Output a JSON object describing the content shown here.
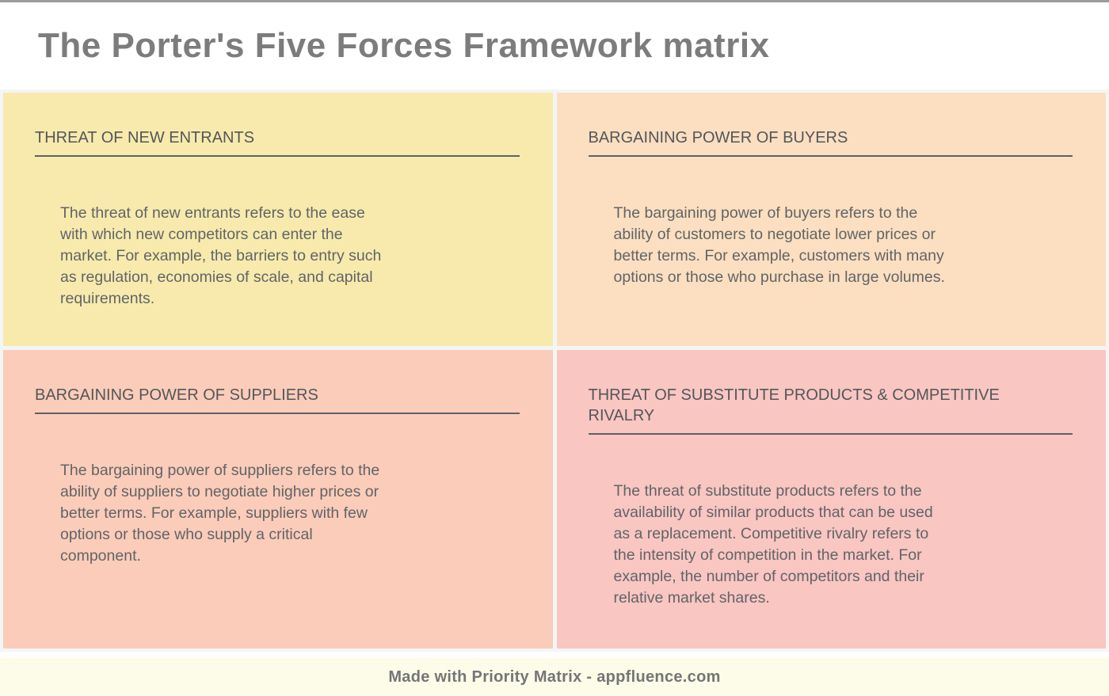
{
  "title": "The Porter's Five Forces Framework matrix",
  "quadrants": [
    {
      "title": "THREAT OF NEW ENTRANTS",
      "body": "The threat of new entrants refers to the ease\nwith which new competitors can enter the\nmarket. For example, the barriers to entry such\nas regulation, economies of scale, and capital\nrequirements.",
      "bg": "#f8eaad"
    },
    {
      "title": "BARGAINING POWER OF BUYERS",
      "body": "The bargaining power of buyers refers to the\nability of customers to negotiate lower prices or\nbetter terms. For example, customers with many\noptions or those who purchase in large volumes.",
      "bg": "#fbdfc0"
    },
    {
      "title": "BARGAINING POWER OF SUPPLIERS",
      "body": "The bargaining power of suppliers refers to the\nability of suppliers to negotiate higher prices or\nbetter terms. For example, suppliers with few\noptions or those who supply a critical\ncomponent.",
      "bg": "#fbccb9"
    },
    {
      "title": "THREAT OF SUBSTITUTE PRODUCTS & COMPETITIVE\nRIVALRY",
      "body": "The threat of substitute products refers to the\navailability of similar products that can be used\nas a replacement. Competitive rivalry refers to\nthe intensity of competition in the market. For\nexample, the number of competitors and their\nrelative market shares.",
      "bg": "#f9c6c2"
    }
  ],
  "footer": {
    "credit": "Made with Priority Matrix - appfluence.com"
  },
  "colors": {
    "title_text": "#7c7c7c",
    "quadrant_title_text": "#53565a",
    "quadrant_body_text": "#616468",
    "underline": "#5d6165",
    "grid_gap": "#f3f6f5",
    "top_border": "#9b9b9b",
    "footer_bg": "#fcfce8",
    "footer_text": "#757578"
  }
}
